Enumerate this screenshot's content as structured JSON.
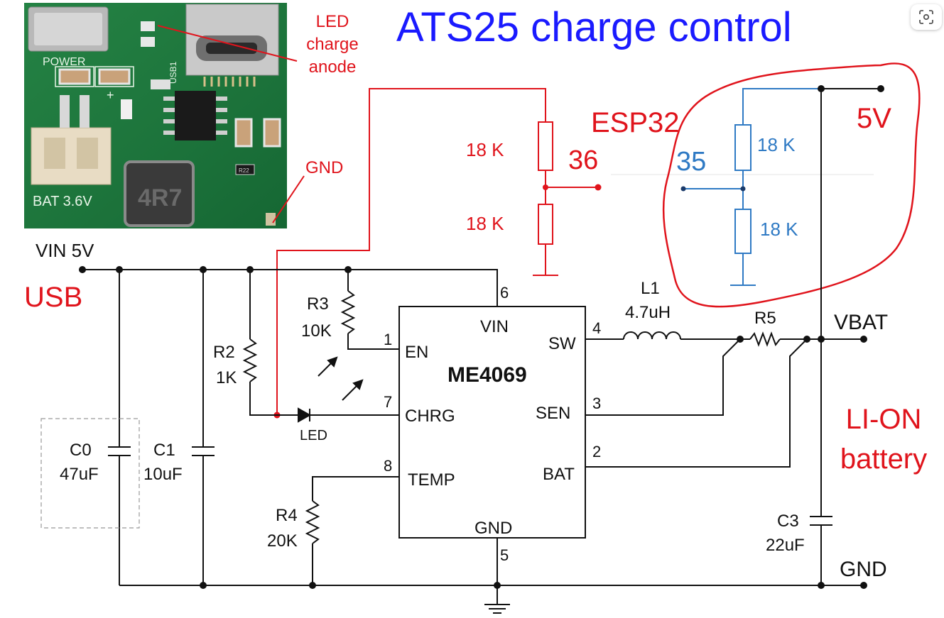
{
  "title": "ATS25 charge control",
  "colors": {
    "title": "#1a1aff",
    "red": "#e0141c",
    "blue": "#2f7ac4",
    "ink": "#111111",
    "pcb": "#1f7a3e"
  },
  "board": {
    "power": "POWER",
    "usb": "USB1",
    "bat": "BAT 3.6V",
    "inductor": "4R7",
    "r": "R22",
    "led_label_1": "LED",
    "led_label_2": "charge",
    "led_label_3": "anode",
    "gnd_label": "GND"
  },
  "labels": {
    "vin": "VIN 5V",
    "usb": "USB",
    "vbat": "VBAT",
    "liion_1": "LI-ON",
    "liion_2": "battery",
    "gnd": "GND",
    "esp32": "ESP32",
    "pin36": "36",
    "pin35": "35",
    "v5": "5V",
    "led": "LED"
  },
  "ic": {
    "name": "ME4069",
    "pins": {
      "vin": "VIN",
      "en": "EN",
      "chrg": "CHRG",
      "temp": "TEMP",
      "sw": "SW",
      "sen": "SEN",
      "bat": "BAT",
      "gnd": "GND"
    },
    "pin_numbers": {
      "p1": "1",
      "p2": "2",
      "p3": "3",
      "p4": "4",
      "p5": "5",
      "p6": "6",
      "p7": "7",
      "p8": "8"
    }
  },
  "components": {
    "r3_name": "R3",
    "r3_value": "10K",
    "r2_name": "R2",
    "r2_value": "1K",
    "r4_name": "R4",
    "r4_value": "20K",
    "r5_name": "R5",
    "l1_name": "L1",
    "l1_value": "4.7uH",
    "c0_name": "C0",
    "c0_value": "47uF",
    "c1_name": "C1",
    "c1_value": "10uF",
    "c3_name": "C3",
    "c3_value": "22uF",
    "red_r_top": "18 K",
    "red_r_bottom": "18 K",
    "blue_r_top": "18 K",
    "blue_r_bottom": "18 K"
  }
}
